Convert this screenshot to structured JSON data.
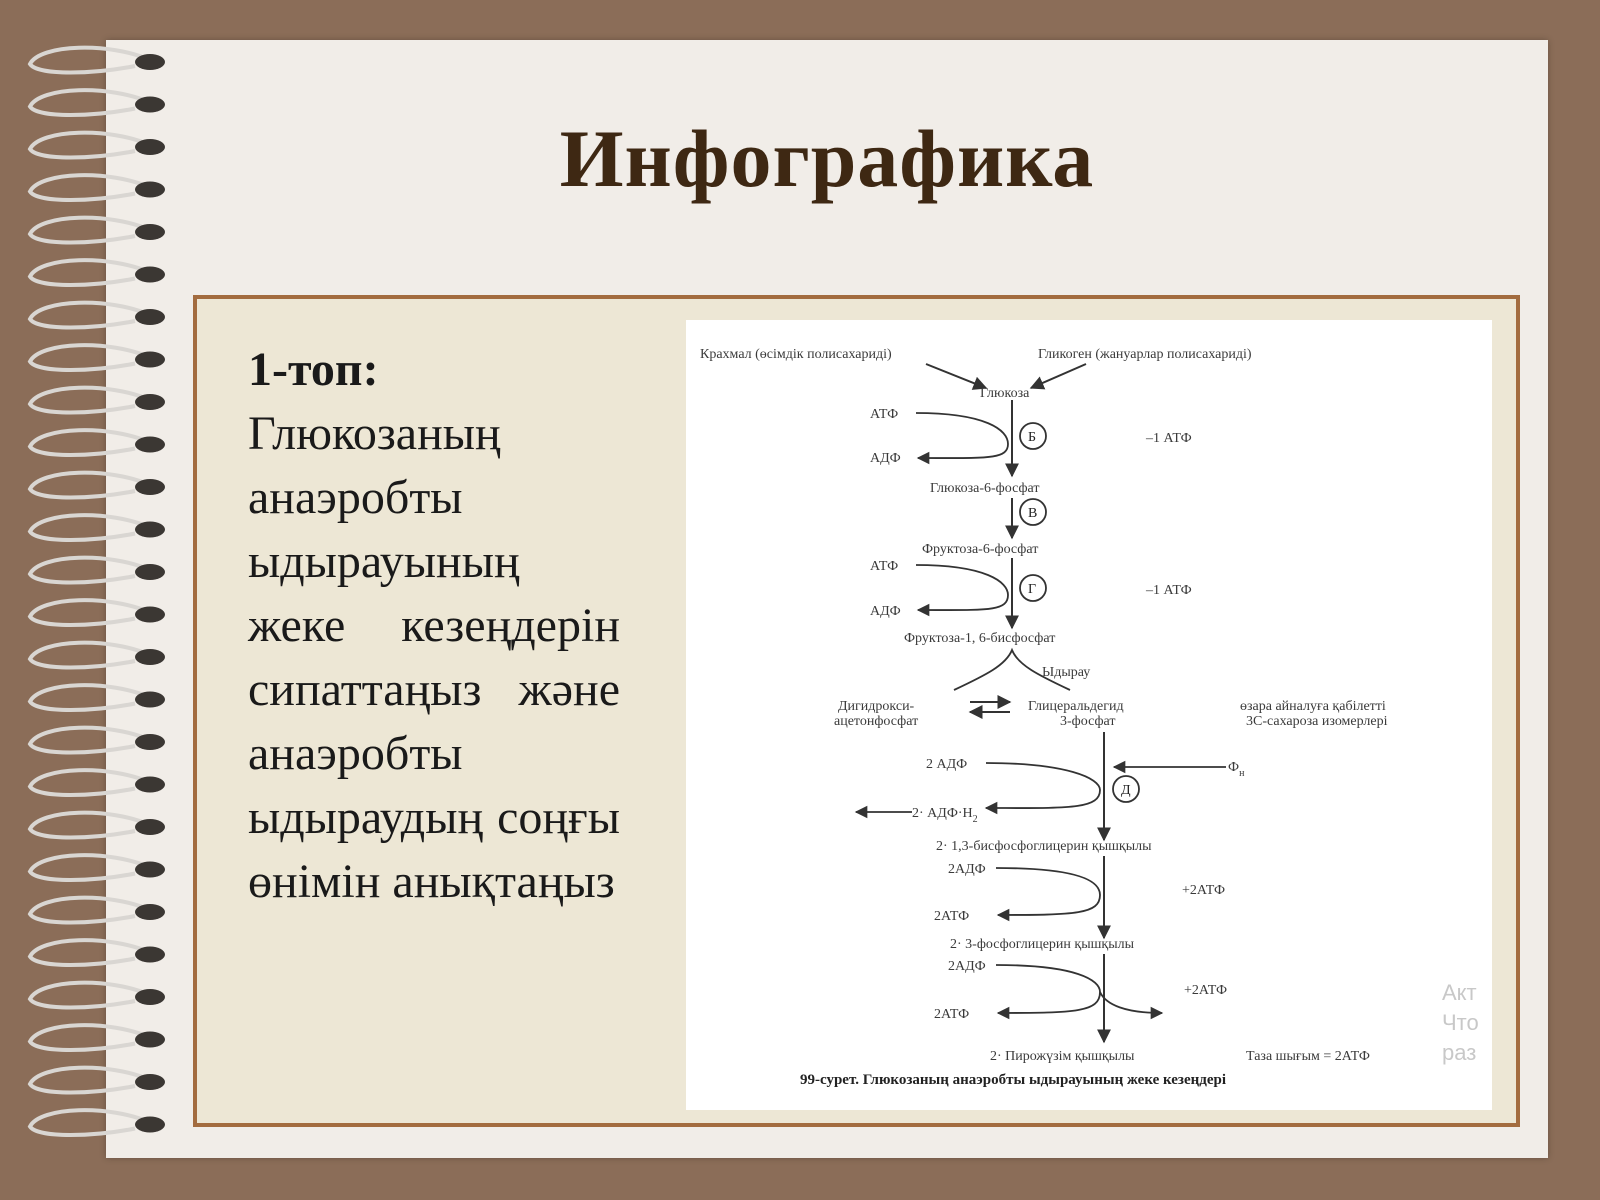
{
  "slide": {
    "title": "Инфографика",
    "task_heading": "1-топ:",
    "task_body": "Глюкозаның анаэробты ыдырауының жеке кезеңдерін сипаттаңыз және анаэробты ыдыраудың соңғы өнімін анықтаңыз"
  },
  "diagram": {
    "top_left": "Крахмал (өсімдік полисахариді)",
    "top_right": "Гликоген (жануарлар полисахариді)",
    "glucose": "Глюкоза",
    "atf_1": "АТФ",
    "adf_1": "АДФ",
    "enzyme_b": "Б",
    "minus_atf_1": "–1 АТФ",
    "g6p": "Глюкоза-6-фосфат",
    "enzyme_v": "В",
    "f6p": "Фруктоза-6-фосфат",
    "atf_2": "АТФ",
    "adf_2": "АДФ",
    "enzyme_g": "Г",
    "minus_atf_2": "–1 АТФ",
    "f16bp": "Фруктоза-1, 6-бисфосфат",
    "split": "Ыдырау",
    "dhap_1": "Дигидрокси-",
    "dhap_2": "ацетонфосфат",
    "gap_1": "Глицеральдегид",
    "gap_2": "3-фосфат",
    "note_1": "өзара айналуға қабілетті",
    "note_2": "3С-сахароза изомерлері",
    "two_adf": "2 АДФ",
    "pi": "Ф",
    "pi_sub": "н",
    "enzyme_d": "Д",
    "two_adfh2": "2· АДФ·Н",
    "two_adfh2_sub": "2",
    "bpg": "2· 1,3-бисфосфоглицерин қышқылы",
    "two_adf_2": "2АДФ",
    "plus_two_atf_1": "+2АТФ",
    "two_atf_1": "2АТФ",
    "pg3": "2· 3-фосфоглицерин қышқылы",
    "two_adf_3": "2АДФ",
    "plus_two_atf_2": "+2АТФ",
    "two_atf_2": "2АТФ",
    "pyruvate": "2· Пирожүзім қышқылы",
    "net_yield": "Таза шығым = 2АТФ",
    "caption": "99-сурет. Глюкозаның анаэробты ыдырауының жеке кезеңдері"
  },
  "watermark": [
    "Акт",
    "Что",
    "раз"
  ]
}
